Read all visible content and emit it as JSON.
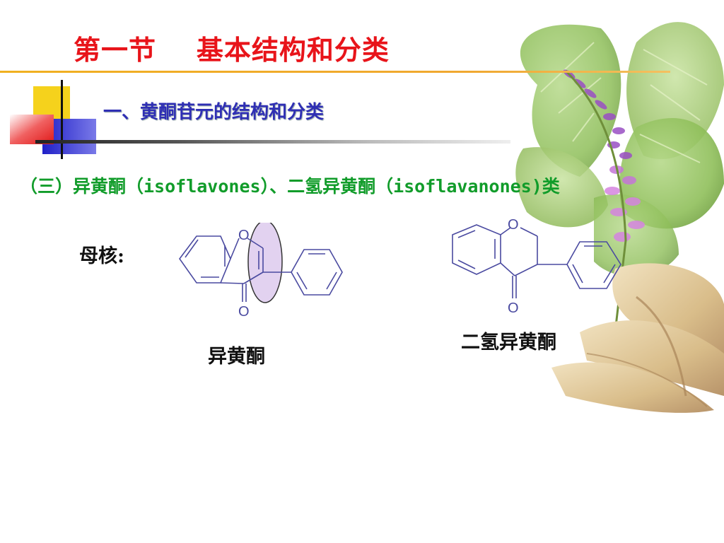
{
  "slide": {
    "title": "第一节    基本结构和分类",
    "subtitle": "一、黄酮苷元的结构和分类",
    "section_heading": "（三）异黄酮（isoflavones）、二氢异黄酮（isoflavanones)类",
    "core_label": "母核:",
    "structures": [
      {
        "name": "异黄酮",
        "atom_ring_o": "O",
        "atom_carbonyl_o": "O"
      },
      {
        "name": "二氢异黄酮",
        "atom_ring_o": "O",
        "atom_carbonyl_o": "O"
      }
    ]
  },
  "colors": {
    "title": "#e8141a",
    "subtitle": "#2f2fb4",
    "heading": "#119c2a",
    "bond": "#4a4aa0",
    "highlight": "#d8c4ec"
  }
}
